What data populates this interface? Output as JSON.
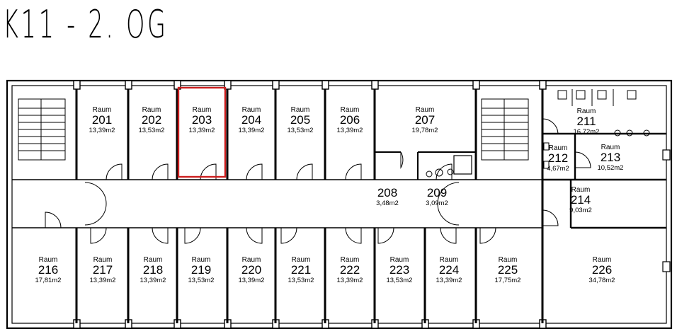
{
  "title": "K11 - 2. OG",
  "highlight_color": "#cc1f1f",
  "room_word": "Raum",
  "rooms": [
    {
      "number": "201",
      "area": "13,39m2",
      "show_word": true
    },
    {
      "number": "202",
      "area": "13,53m2",
      "show_word": true
    },
    {
      "number": "203",
      "area": "13,39m2",
      "show_word": true,
      "highlighted": true
    },
    {
      "number": "204",
      "area": "13,39m2",
      "show_word": true
    },
    {
      "number": "205",
      "area": "13,53m2",
      "show_word": true
    },
    {
      "number": "206",
      "area": "13,39m2",
      "show_word": true
    },
    {
      "number": "207",
      "area": "19,78m2",
      "show_word": true
    },
    {
      "number": "208",
      "area": "3,48m2",
      "show_word": false
    },
    {
      "number": "209",
      "area": "3,09m2",
      "show_word": false
    },
    {
      "number": "211",
      "area": "16,72m2",
      "show_word": true
    },
    {
      "number": "212",
      "area": "4,67m2",
      "show_word": true
    },
    {
      "number": "213",
      "area": "10,52m2",
      "show_word": true
    },
    {
      "number": "214",
      "area": "9,03m2",
      "show_word": true
    },
    {
      "number": "216",
      "area": "17,81m2",
      "show_word": true
    },
    {
      "number": "217",
      "area": "13,39m2",
      "show_word": true
    },
    {
      "number": "218",
      "area": "13,39m2",
      "show_word": true
    },
    {
      "number": "219",
      "area": "13,53m2",
      "show_word": true
    },
    {
      "number": "220",
      "area": "13,39m2",
      "show_word": true
    },
    {
      "number": "221",
      "area": "13,53m2",
      "show_word": true
    },
    {
      "number": "222",
      "area": "13,39m2",
      "show_word": true
    },
    {
      "number": "223",
      "area": "13,53m2",
      "show_word": true
    },
    {
      "number": "224",
      "area": "13,39m2",
      "show_word": true
    },
    {
      "number": "225",
      "area": "17,75m2",
      "show_word": true
    },
    {
      "number": "226",
      "area": "34,78m2",
      "show_word": true
    }
  ]
}
